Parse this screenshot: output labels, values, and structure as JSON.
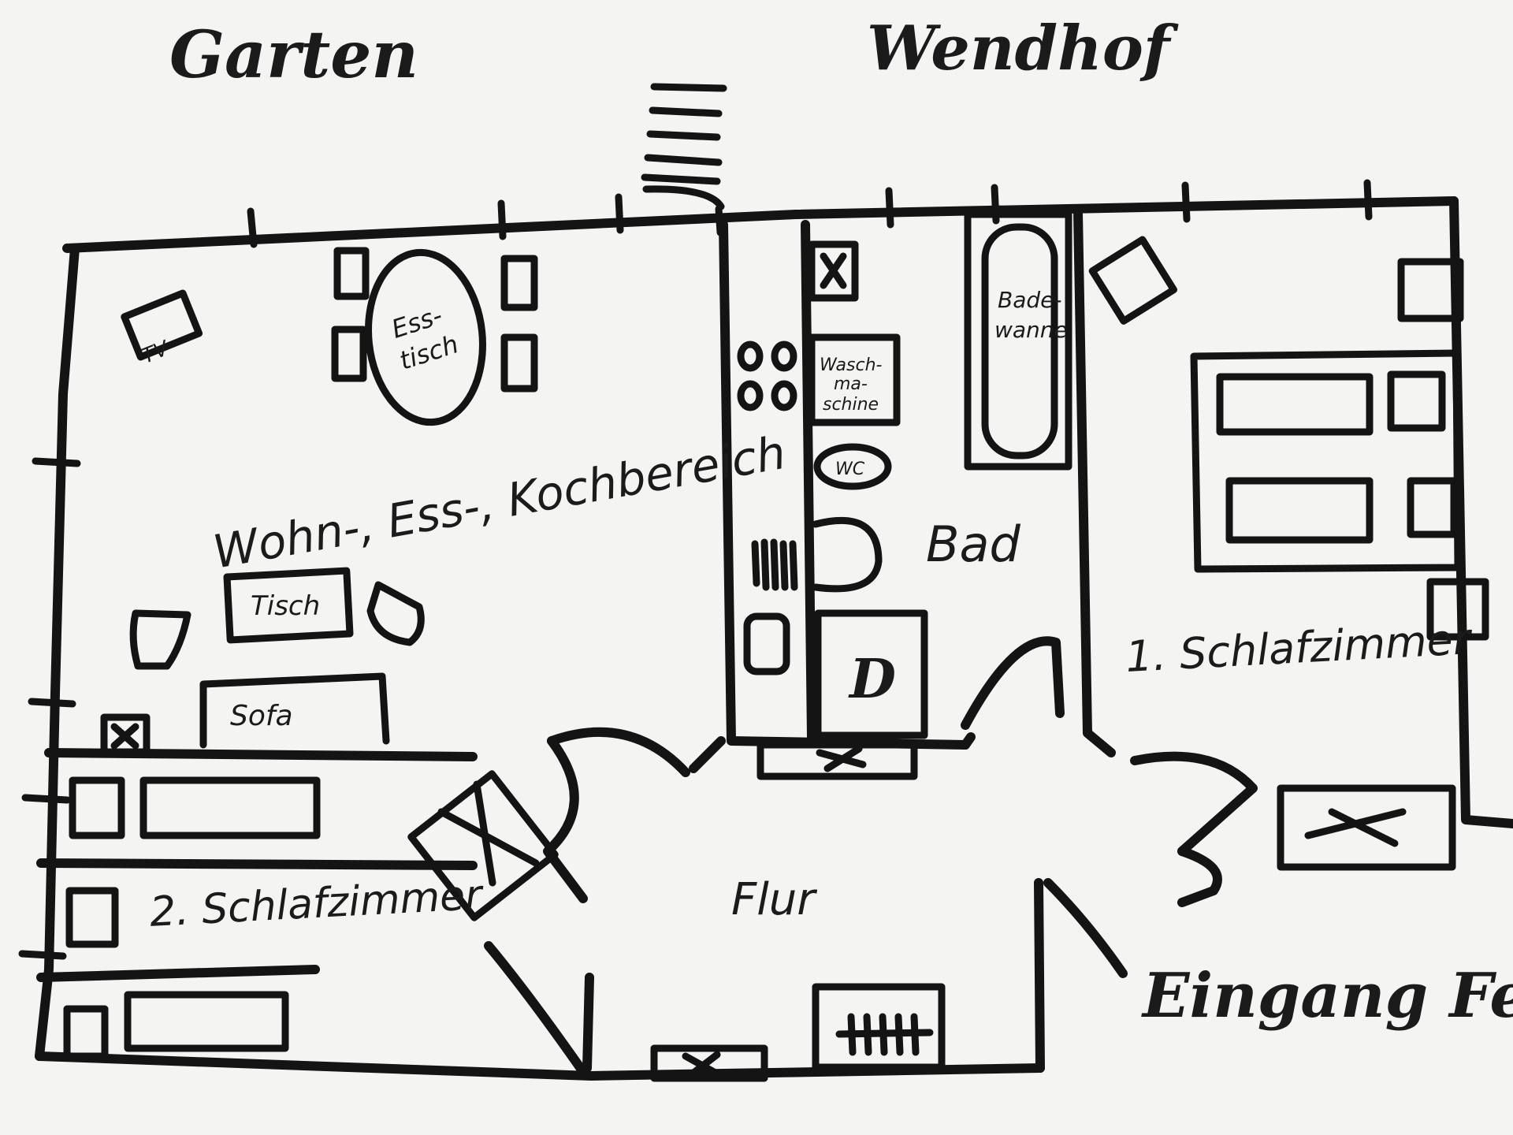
{
  "outside": {
    "garden_label": "Garten",
    "courtyard_label": "Wendhof",
    "entrance_label": "Eingang Fewo"
  },
  "rooms": {
    "living": "Wohn-, Ess-, Kochbereich",
    "bath": "Bad",
    "bedroom1": "1. Schlafzimmer",
    "bedroom2": "2. Schlafzimmer",
    "hall": "Flur"
  },
  "furniture": {
    "tv": "TV",
    "dining_table_line1": "Ess-",
    "dining_table_line2": "tisch",
    "table": "Tisch",
    "sofa": "Sofa",
    "bathtub_line1": "Bade-",
    "bathtub_line2": "wanne",
    "washer_line1": "Wasch-",
    "washer_line2": "ma-",
    "washer_line3": "schine",
    "wc": "WC",
    "shower_symbol": "D"
  }
}
